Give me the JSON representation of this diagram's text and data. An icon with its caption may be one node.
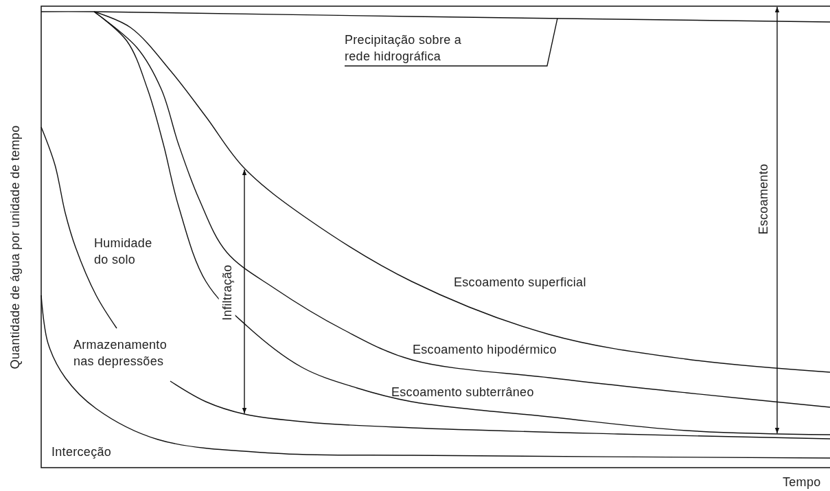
{
  "diagram": {
    "nodes": [
      {
        "text": [
          "Precipitação sobre a rede hidrográfica"
        ]
      },
      {
        "text": [],
        "shape": "line"
      }
    ],
    "edges": [
      {
        "from": 0,
        "to": 1,
        "arrow": "none"
      }
    ],
    "labels": [
      "Quantidade de água por unidade de tempo",
      "Escoamento",
      "Humidade do solo",
      "Infiltração",
      "Escoamento superficial",
      "Armazenamento nas depressões",
      "Escoamento hipodérmico",
      "Escoamento subterrâneo",
      "Interceção",
      "Tempo"
    ]
  }
}
